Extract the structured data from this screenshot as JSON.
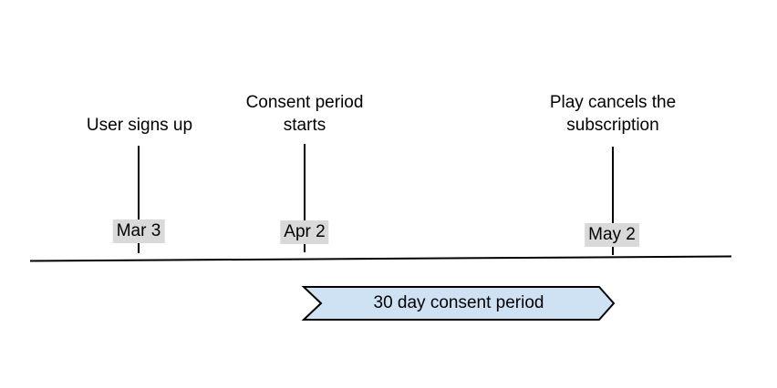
{
  "diagram": {
    "type": "timeline",
    "events": [
      {
        "label": "User signs up",
        "date": "Mar 3"
      },
      {
        "label": "Consent period\nstarts",
        "date": "Apr 2"
      },
      {
        "label": "Play cancels the\nsubscription",
        "date": "May 2"
      }
    ],
    "banner": {
      "label": "30 day consent period"
    },
    "colors": {
      "banner_fill": "#cfe2f3",
      "banner_border": "#000000",
      "date_chip_bg": "#d9d9d9",
      "line": "#000000"
    }
  }
}
